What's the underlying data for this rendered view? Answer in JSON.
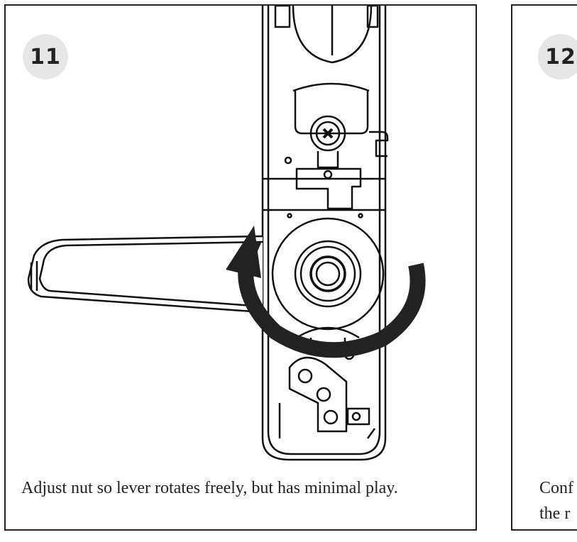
{
  "steps": [
    {
      "number": "11",
      "caption": "Adjust nut so lever rotates freely, but has minimal play."
    },
    {
      "number": "12",
      "caption": "Conf\nthe r"
    }
  ],
  "icons": {
    "illustration": "lever-lock-assembly-illustration",
    "arrow": "rotation-arrow-icon"
  }
}
